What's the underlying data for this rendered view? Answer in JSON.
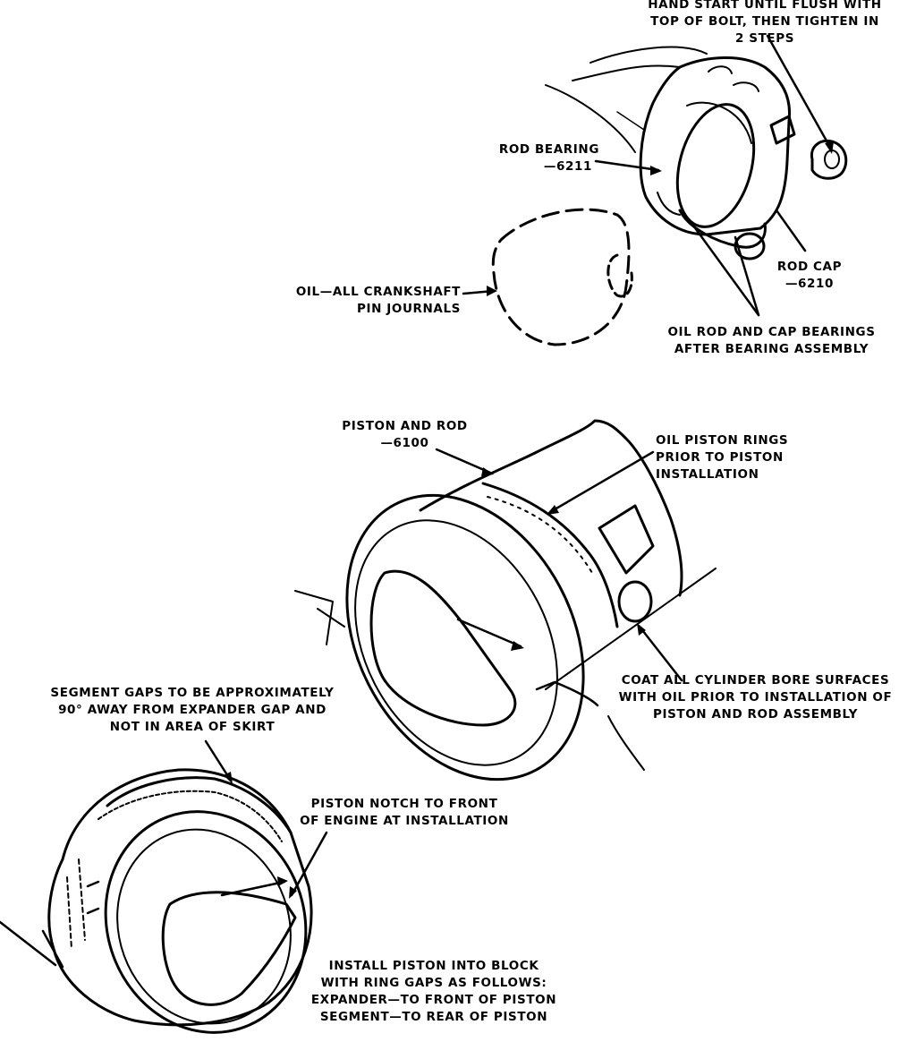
{
  "labels": {
    "hand_start": [
      "HAND START UNTIL FLUSH WITH",
      "TOP OF BOLT, THEN TIGHTEN IN",
      "2 STEPS"
    ],
    "rod_bearing": [
      "ROD BEARING",
      "—6211"
    ],
    "rod_cap": [
      "ROD CAP",
      "—6210"
    ],
    "oil_crankshaft": [
      "OIL—ALL CRANKSHAFT",
      "PIN JOURNALS"
    ],
    "oil_rod_cap": [
      "OIL ROD AND CAP BEARINGS",
      "AFTER BEARING ASSEMBLY"
    ],
    "piston_rod": [
      "PISTON AND ROD",
      "—6100"
    ],
    "oil_piston_rings": [
      "OIL PISTON RINGS",
      "PRIOR TO PISTON",
      "INSTALLATION"
    ],
    "coat_cylinder": [
      "COAT ALL CYLINDER BORE SURFACES",
      "WITH OIL PRIOR TO INSTALLATION OF",
      "PISTON AND ROD ASSEMBLY"
    ],
    "segment_gaps": [
      "SEGMENT GAPS TO BE APPROXIMATELY",
      "90° AWAY FROM EXPANDER GAP AND",
      "NOT IN AREA OF SKIRT"
    ],
    "piston_notch": [
      "PISTON NOTCH TO FRONT",
      "OF ENGINE AT INSTALLATION"
    ],
    "install_piston": [
      "INSTALL PISTON INTO BLOCK",
      "WITH RING GAPS AS FOLLOWS:",
      "EXPANDER—TO FRONT OF PISTON",
      "SEGMENT—TO REAR OF PISTON"
    ]
  },
  "colors": {
    "ink": "#000000",
    "paper": "#ffffff"
  }
}
